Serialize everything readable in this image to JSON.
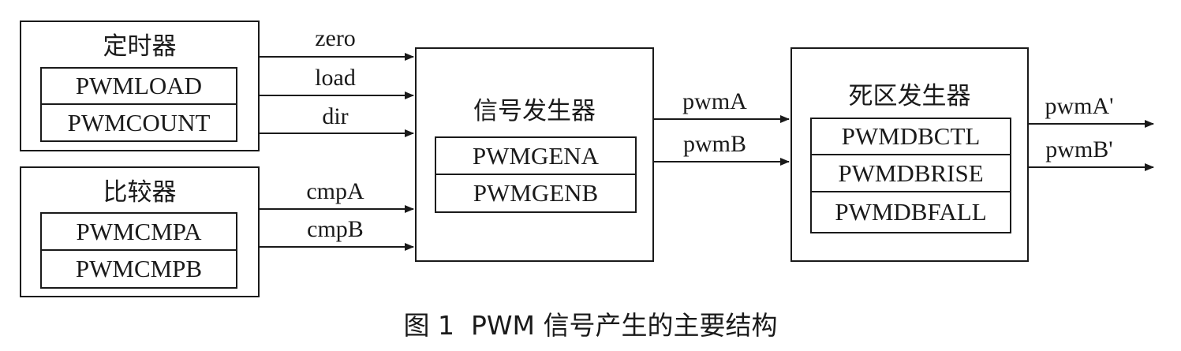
{
  "timer": {
    "title": "定时器",
    "registers": [
      "PWMLOAD",
      "PWMCOUNT"
    ]
  },
  "comparator": {
    "title": "比较器",
    "registers": [
      "PWMCMPA",
      "PWMCMPB"
    ]
  },
  "signal_generator": {
    "title": "信号发生器",
    "registers": [
      "PWMGENA",
      "PWMGENB"
    ]
  },
  "deadband_generator": {
    "title": "死区发生器",
    "registers": [
      "PWMDBCTL",
      "PWMDBRISE",
      "PWMDBFALL"
    ]
  },
  "signals": {
    "zero": "zero",
    "load": "load",
    "dir": "dir",
    "cmpA": "cmpA",
    "cmpB": "cmpB",
    "pwmA": "pwmA",
    "pwmB": "pwmB",
    "pwmA_out": "pwmA'",
    "pwmB_out": "pwmB'"
  },
  "caption": "图 1  PWM 信号产生的主要结构"
}
